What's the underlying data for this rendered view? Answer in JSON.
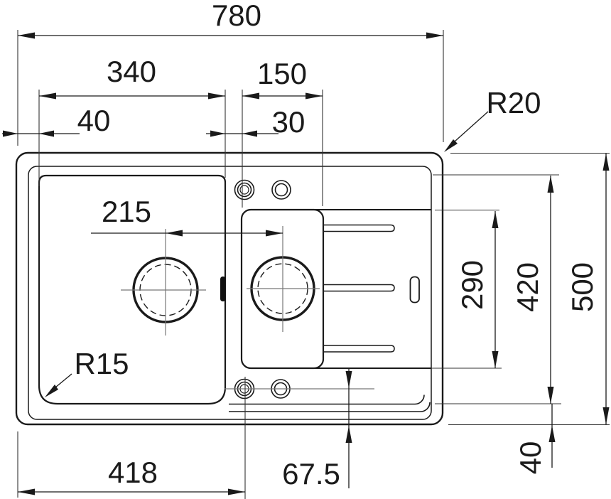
{
  "drawing": {
    "type": "technical-drawing",
    "subject": "kitchen sink top view with dimensions",
    "units": "mm",
    "line_color": "#1a1a1a",
    "background": "#ffffff",
    "labels": {
      "overall_width": "780",
      "main_bowl_width": "340",
      "small_bowl_width": "150",
      "left_edge_offset": "40",
      "divider_width": "30",
      "drain_center_distance": "215",
      "bottom_width_to_hole": "418",
      "hole_to_edge_offset": "67.5",
      "drainer_section_height": "290",
      "bowl_height": "420",
      "overall_depth": "500",
      "bottom_edge_offset": "40",
      "outer_corner_radius": "R20",
      "bowl_corner_radius": "R15"
    }
  }
}
